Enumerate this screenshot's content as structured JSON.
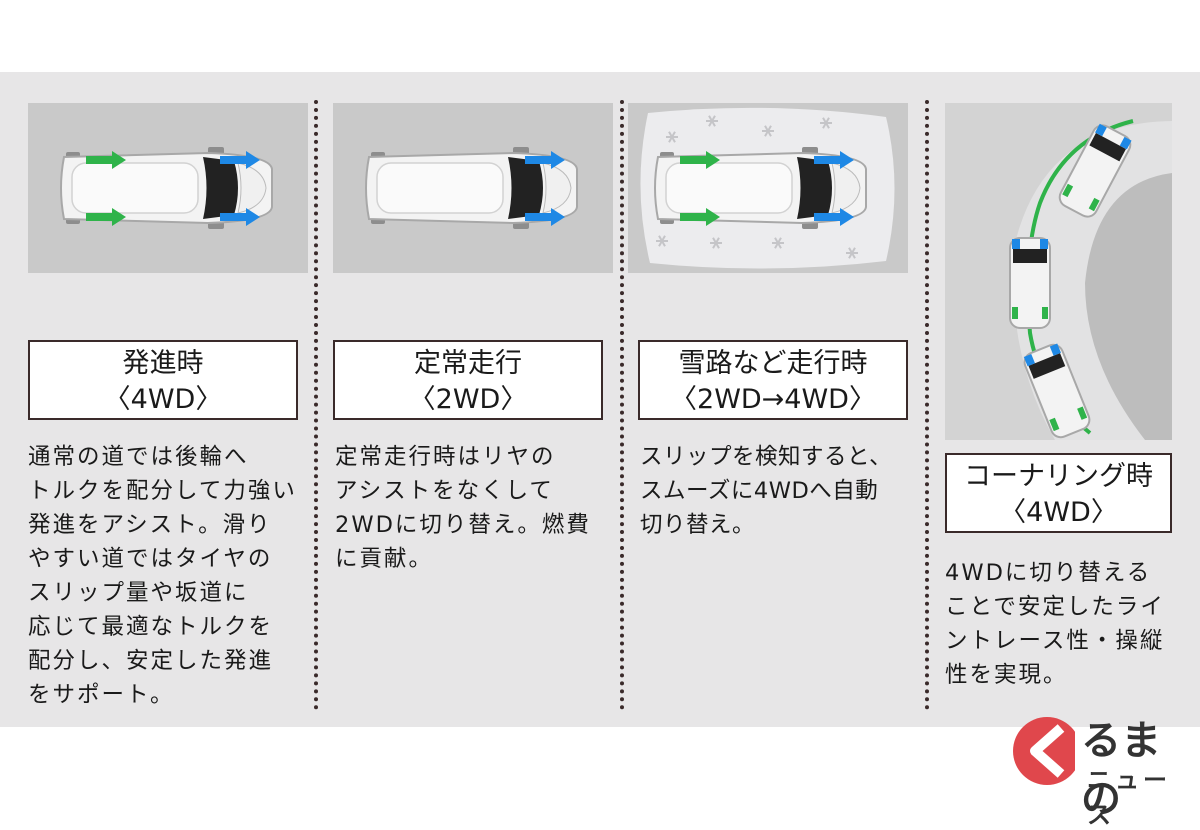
{
  "sections": [
    {
      "title": "発進時",
      "mode": "〈4WD〉",
      "description": [
        "通常の道では後輪へ",
        "トルクを配分して力強い",
        "発進をアシスト。滑り",
        "やすい道ではタイヤの",
        "スリップ量や坂道に",
        "応じて最適なトルクを",
        "配分し、安定した発進",
        "をサポート。"
      ]
    },
    {
      "title": "定常走行",
      "mode": "〈2WD〉",
      "description": [
        "定常走行時はリヤの",
        "アシストをなくして",
        "2WDに切り替え。燃費",
        "に貢献。"
      ]
    },
    {
      "title": "雪路など走行時",
      "mode": "〈2WD→4WD〉",
      "description": [
        "スリップを検知すると、",
        "スムーズに4WDへ自動",
        "切り替え。"
      ]
    },
    {
      "title": "コーナリング時",
      "mode": "〈4WD〉",
      "description": [
        "4WDに切り替える",
        "ことで安定したライ",
        "ントレース性・操縦",
        "性を実現。"
      ]
    }
  ],
  "logo": {
    "text_top": "るまの",
    "text_bottom": "ニュース"
  },
  "colors": {
    "rear_arrow": "#2fb34a",
    "front_arrow": "#1e88e5",
    "road": "#c9c9c9",
    "snow": "#ececee",
    "background": "#e7e6e7",
    "logo_red": "#e0474c"
  }
}
